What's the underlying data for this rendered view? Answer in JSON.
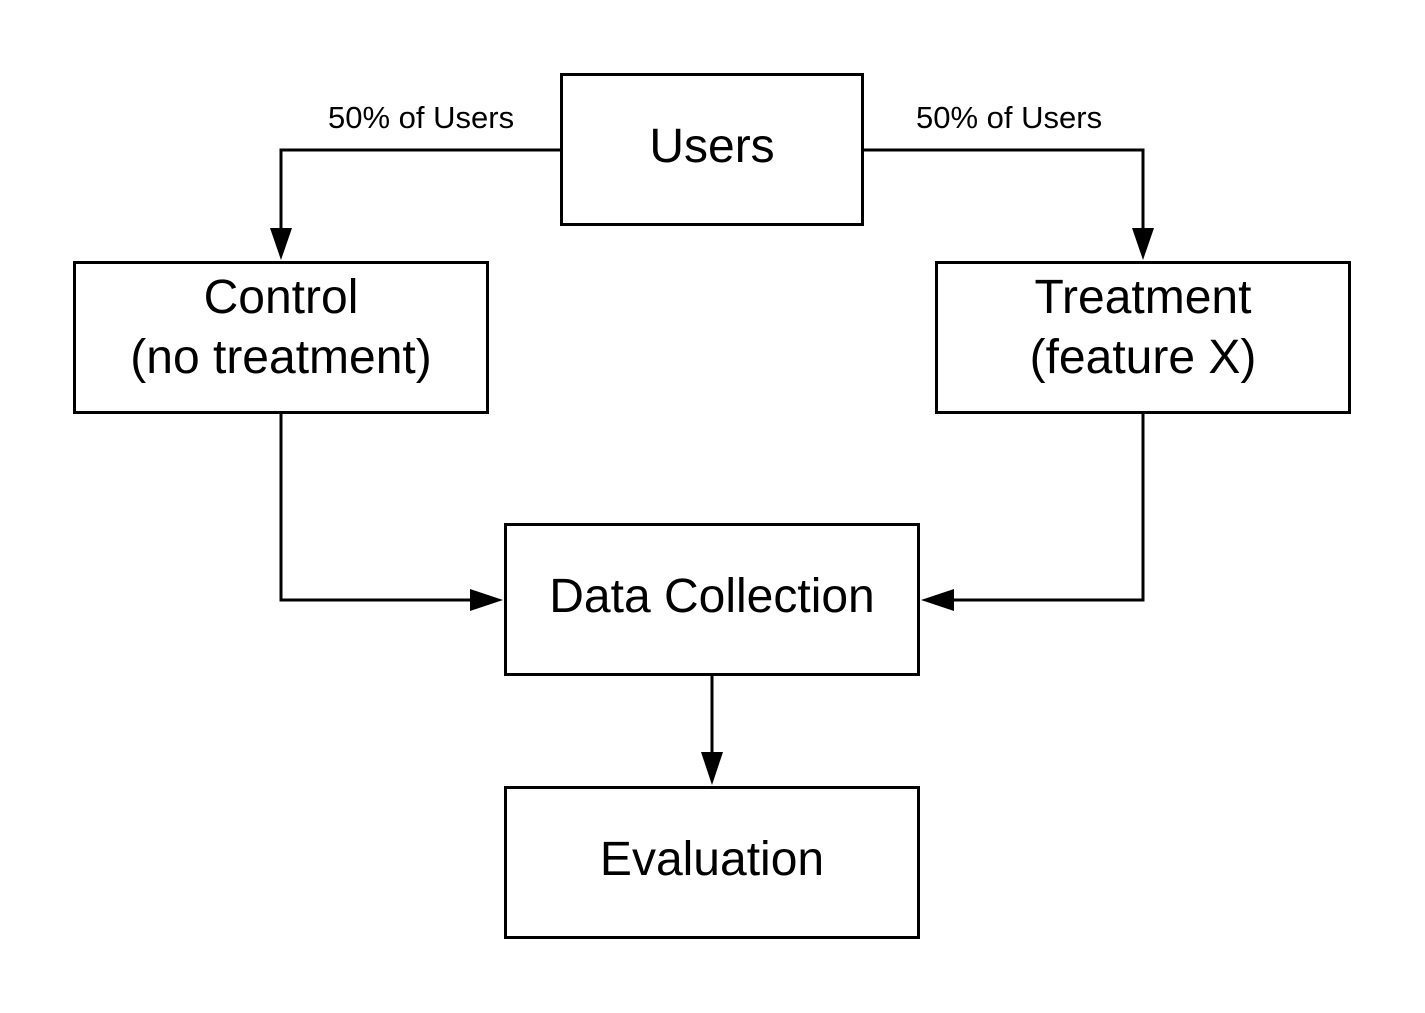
{
  "diagram": {
    "nodes": {
      "users": {
        "label": "Users"
      },
      "control": {
        "line1": "Control",
        "line2": "(no treatment)"
      },
      "treatment": {
        "line1": "Treatment",
        "line2": "(feature X)"
      },
      "data_collection": {
        "label": "Data Collection"
      },
      "evaluation": {
        "label": "Evaluation"
      }
    },
    "edges": {
      "users_to_control": "50% of Users",
      "users_to_treatment": "50% of Users"
    },
    "colors": {
      "stroke": "#000000",
      "background": "#ffffff"
    }
  }
}
